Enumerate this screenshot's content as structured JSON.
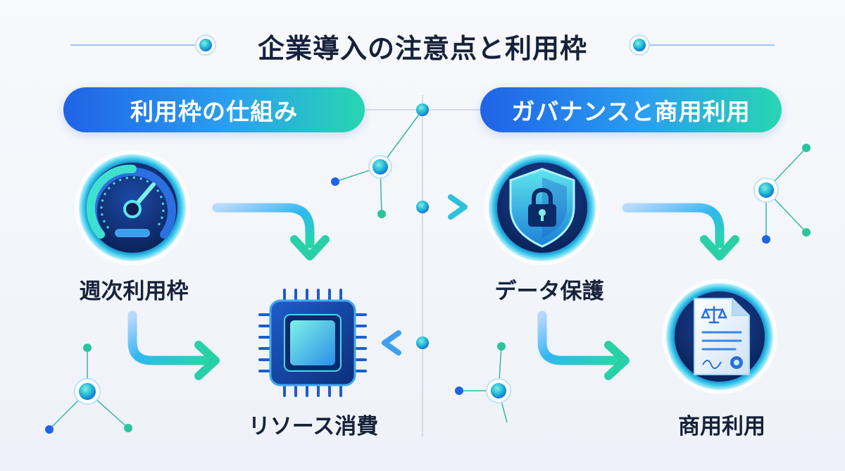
{
  "title": "企業導入の注意点と利用枠",
  "sections": {
    "left": {
      "heading": "利用枠の仕組み",
      "icon": "speedometer-icon"
    },
    "right": {
      "heading": "ガバナンスと商用利用",
      "icon": "shield-lock-icon"
    }
  },
  "nodes": {
    "weekly_quota": {
      "label": "週次利用枠",
      "icon": "speedometer-icon"
    },
    "resource_consumption": {
      "label": "リソース消費",
      "icon": "cpu-chip-icon"
    },
    "data_protection": {
      "label": "データ保護",
      "icon": "shield-lock-icon"
    },
    "commercial_use": {
      "label": "商用利用",
      "icon": "document-icon"
    }
  },
  "colors": {
    "accent_blue": "#1f63e6",
    "accent_teal": "#27d6b0",
    "text": "#16213a",
    "icon_dark": "#0c2a66"
  }
}
